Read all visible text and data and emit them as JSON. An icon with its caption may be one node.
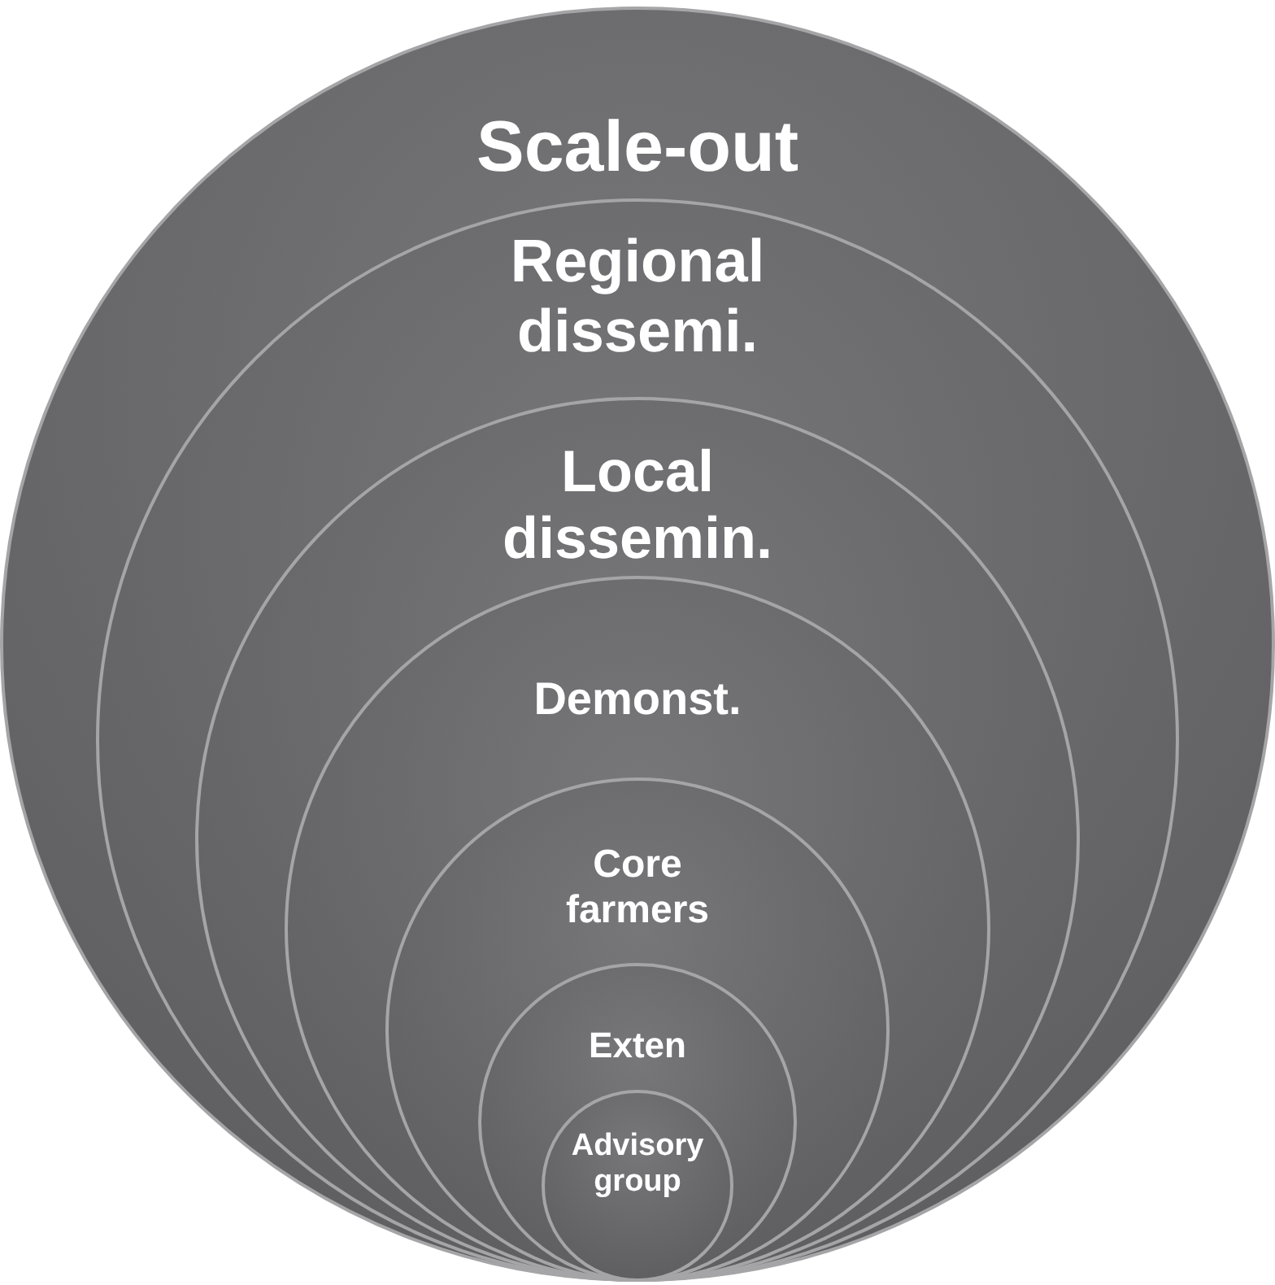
{
  "diagram": {
    "nodes": [
      {
        "text": [
          "Scale-out"
        ]
      },
      {
        "text": [
          "Regional dissemi."
        ],
        "in": 0
      },
      {
        "text": [
          "Local dissemin."
        ],
        "in": 1
      },
      {
        "text": [
          "Demonst."
        ],
        "in": 2
      },
      {
        "text": [
          "Core farmers"
        ],
        "in": 3
      },
      {
        "text": [
          "Exten"
        ],
        "in": 4
      },
      {
        "text": [
          "Advisory group"
        ],
        "in": 5
      }
    ]
  }
}
